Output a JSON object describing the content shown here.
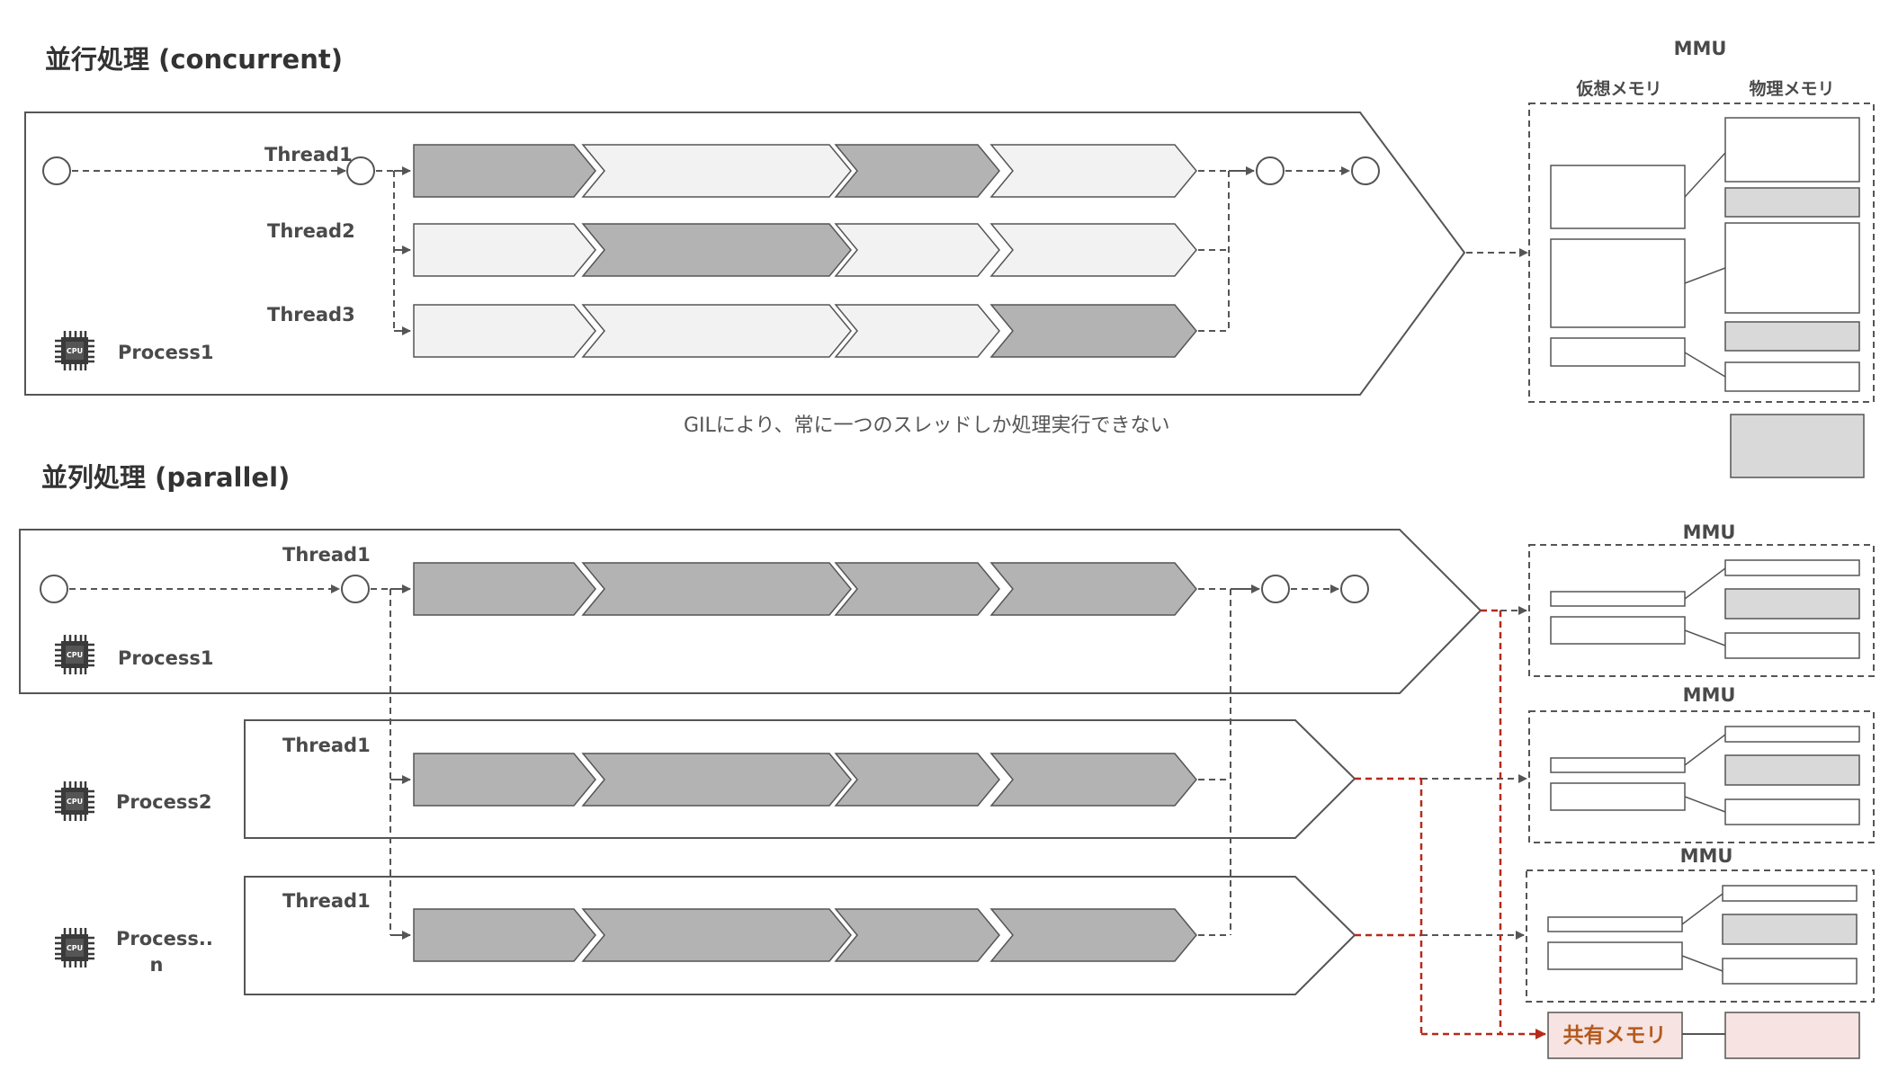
{
  "concurrent": {
    "title": "並行処理 (concurrent)",
    "process_label": "Process1",
    "threads": [
      "Thread1",
      "Thread2",
      "Thread3"
    ],
    "note": "GILにより、常に一つのスレッドしか処理実行できない",
    "mmu": {
      "title": "MMU",
      "virtual_label": "仮想メモリ",
      "physical_label": "物理メモリ"
    }
  },
  "parallel": {
    "title": "並列処理 (parallel)",
    "processes": [
      {
        "label": "Process1",
        "thread": "Thread1"
      },
      {
        "label": "Process2",
        "thread": "Thread1"
      },
      {
        "label_line1": "Process..",
        "label_line2": "n",
        "thread": "Thread1"
      }
    ],
    "mmu_titles": [
      "MMU",
      "MMU",
      "MMU"
    ],
    "shared_memory": "共有メモリ"
  },
  "cpu_icon_text": "CPU",
  "colors": {
    "active_segment": "#b3b3b3",
    "idle_segment": "#f2f2f2",
    "line": "#555555",
    "shared_arrow": "#b52a1c",
    "shared_fill": "#f7e3e1"
  }
}
